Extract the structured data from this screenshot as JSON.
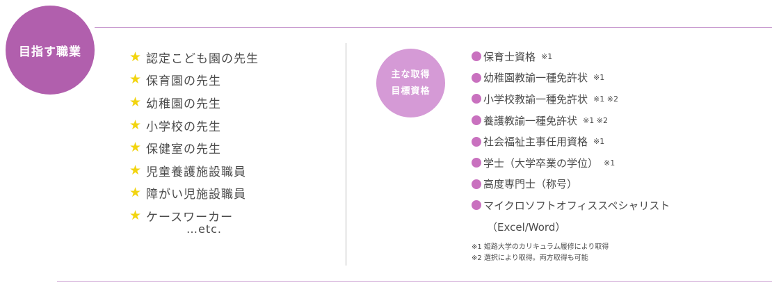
{
  "career": {
    "badge": "目指す職業",
    "items": [
      "認定こども園の先生",
      "保育園の先生",
      "幼稚園の先生",
      "小学校の先生",
      "保健室の先生",
      "児童養護施設職員",
      "障がい児施設職員",
      "ケースワーカー"
    ],
    "etc": "…etc."
  },
  "qualifications": {
    "badge_line1": "主な取得",
    "badge_line2": "目標資格",
    "items": [
      {
        "label": "保育士資格",
        "note": "※1"
      },
      {
        "label": "幼稚園教諭一種免許状",
        "note": "※1"
      },
      {
        "label": "小学校教諭一種免許状",
        "note": "※1 ※2"
      },
      {
        "label": "養護教諭一種免許状",
        "note": "※1 ※2"
      },
      {
        "label": "社会福祉主事任用資格",
        "note": "※1"
      },
      {
        "label": "学士（大学卒業の学位）",
        "note": "※1"
      },
      {
        "label": "高度専門士（称号）",
        "note": ""
      },
      {
        "label": "マイクロソフトオフィススペシャリスト",
        "note": ""
      }
    ],
    "continuation": "（Excel/Word）",
    "footnotes": [
      "※1  姫路大学のカリキュラム履修により取得",
      "※2  選択により取得。両方取得も可能"
    ]
  },
  "icons": {
    "job_bullet": "star-icon",
    "qual_bullet": "dot-icon"
  },
  "colors": {
    "badge_main": "#b15fad",
    "badge_sub": "#d59ad6",
    "star": "#f2d40f",
    "dot": "#c971bf",
    "rule": "#c99bd0"
  }
}
